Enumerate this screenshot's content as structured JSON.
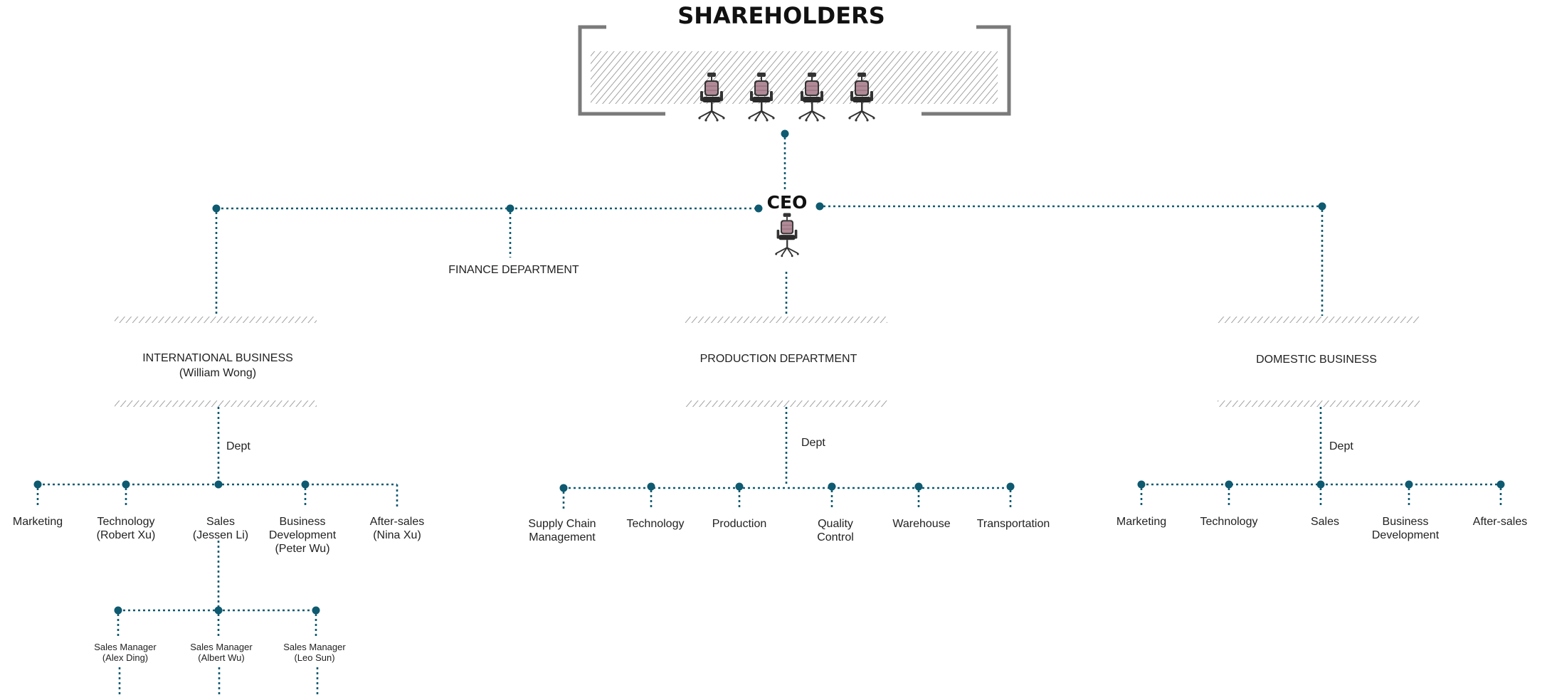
{
  "title": "SHAREHOLDERS",
  "ceo_label": "CEO",
  "finance": "FINANCE DEPARTMENT",
  "branches": {
    "international": {
      "title": "INTERNATIONAL BUSINESS",
      "subtitle": "(William Wong)",
      "dept_label": "Dept",
      "depts": [
        [
          "Marketing"
        ],
        [
          "Technology",
          "(Robert Xu)"
        ],
        [
          "Sales",
          "(Jessen Li)"
        ],
        [
          "Business",
          "Development",
          "(Peter Wu)"
        ],
        [
          "After-sales",
          "(Nina Xu)"
        ]
      ],
      "managers": [
        [
          "Sales Manager",
          "(Alex Ding)"
        ],
        [
          "Sales Manager",
          "(Albert Wu)"
        ],
        [
          "Sales Manager",
          "(Leo Sun)"
        ]
      ]
    },
    "production": {
      "title": "PRODUCTION DEPARTMENT",
      "dept_label": "Dept",
      "depts": [
        [
          "Supply Chain",
          "Management"
        ],
        [
          "Technology"
        ],
        [
          "Production"
        ],
        [
          "Quality",
          "Control"
        ],
        [
          "Warehouse"
        ],
        [
          "Transportation"
        ]
      ]
    },
    "domestic": {
      "title": "DOMESTIC BUSINESS",
      "dept_label": "Dept",
      "depts": [
        [
          "Marketing"
        ],
        [
          "Technology"
        ],
        [
          "Sales"
        ],
        [
          "Business",
          "Development"
        ],
        [
          "After-sales"
        ]
      ]
    }
  },
  "colors": {
    "connector": "#0e5a70",
    "frame": "#7a7a7a",
    "chair_seat": "#b08a96",
    "chair_frame": "#333333"
  },
  "icons": [
    "office-chair-icon"
  ]
}
